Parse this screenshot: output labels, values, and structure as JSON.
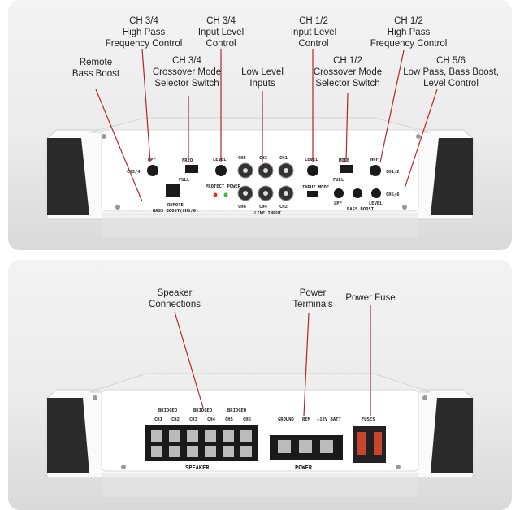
{
  "top_panel": {
    "callouts": [
      {
        "id": "ch34-hpf",
        "text": "CH 3/4\nHigh Pass\nFrequency Control"
      },
      {
        "id": "ch34-level",
        "text": "CH 3/4\nInput Level\nControl"
      },
      {
        "id": "ch12-level",
        "text": "CH 1/2\nInput Level\nControl"
      },
      {
        "id": "ch12-hpf",
        "text": "CH 1/2\nHigh Pass\nFrequency Control"
      },
      {
        "id": "remote-bass",
        "text": "Remote\nBass Boost"
      },
      {
        "id": "ch34-crossover",
        "text": "CH 3/4\nCrossover Mode\nSelector Switch"
      },
      {
        "id": "low-level",
        "text": "Low Level\nInputs"
      },
      {
        "id": "ch12-crossover",
        "text": "CH 1/2\nCrossover Mode\nSelector Switch"
      },
      {
        "id": "ch56",
        "text": "CH 5/6\nLow Pass, Bass Boost,\nLevel Control"
      }
    ],
    "markings": {
      "hpf": "HPF",
      "freq": "FREQ",
      "level": "LEVEL",
      "mode": "MODE",
      "ch34": "CH3/4",
      "ch12": "CH1/2",
      "ch56": "CH5/6",
      "ch5": "CH5",
      "ch3": "CH3",
      "ch1": "CH1",
      "ch6": "CH6",
      "ch4": "CH4",
      "ch2": "CH2",
      "line_input": "LINE INPUT",
      "protect_power": "PROTECT POWER",
      "remote": "REMOTE",
      "bass_boost_remote": "BASS BOOST(CH5/6)",
      "input_mode": "INPUT MODE",
      "lpf": "LPF",
      "bass_boost": "BASS BOOST",
      "hpf_sw": "HPF",
      "full_sw": "FULL",
      "lpf_sw": "LPF"
    }
  },
  "bottom_panel": {
    "callouts": [
      {
        "id": "speaker-conn",
        "text": "Speaker\nConnections"
      },
      {
        "id": "power-terminals",
        "text": "Power\nTerminals"
      },
      {
        "id": "power-fuse",
        "text": "Power Fuse"
      }
    ],
    "markings": {
      "bridged": "BRIDGED",
      "channels": [
        "CH1",
        "CH2",
        "CH3",
        "CH4",
        "CH5",
        "CH6"
      ],
      "speaker": "SPEAKER",
      "ground": "GROUND",
      "rem": "REM",
      "batt": "+12V BATT",
      "power": "POWER",
      "fuses": "FUSES"
    }
  },
  "colors": {
    "leader": "#b5252c",
    "panel_bg": "#ececec",
    "body": "#f6f6f6"
  }
}
